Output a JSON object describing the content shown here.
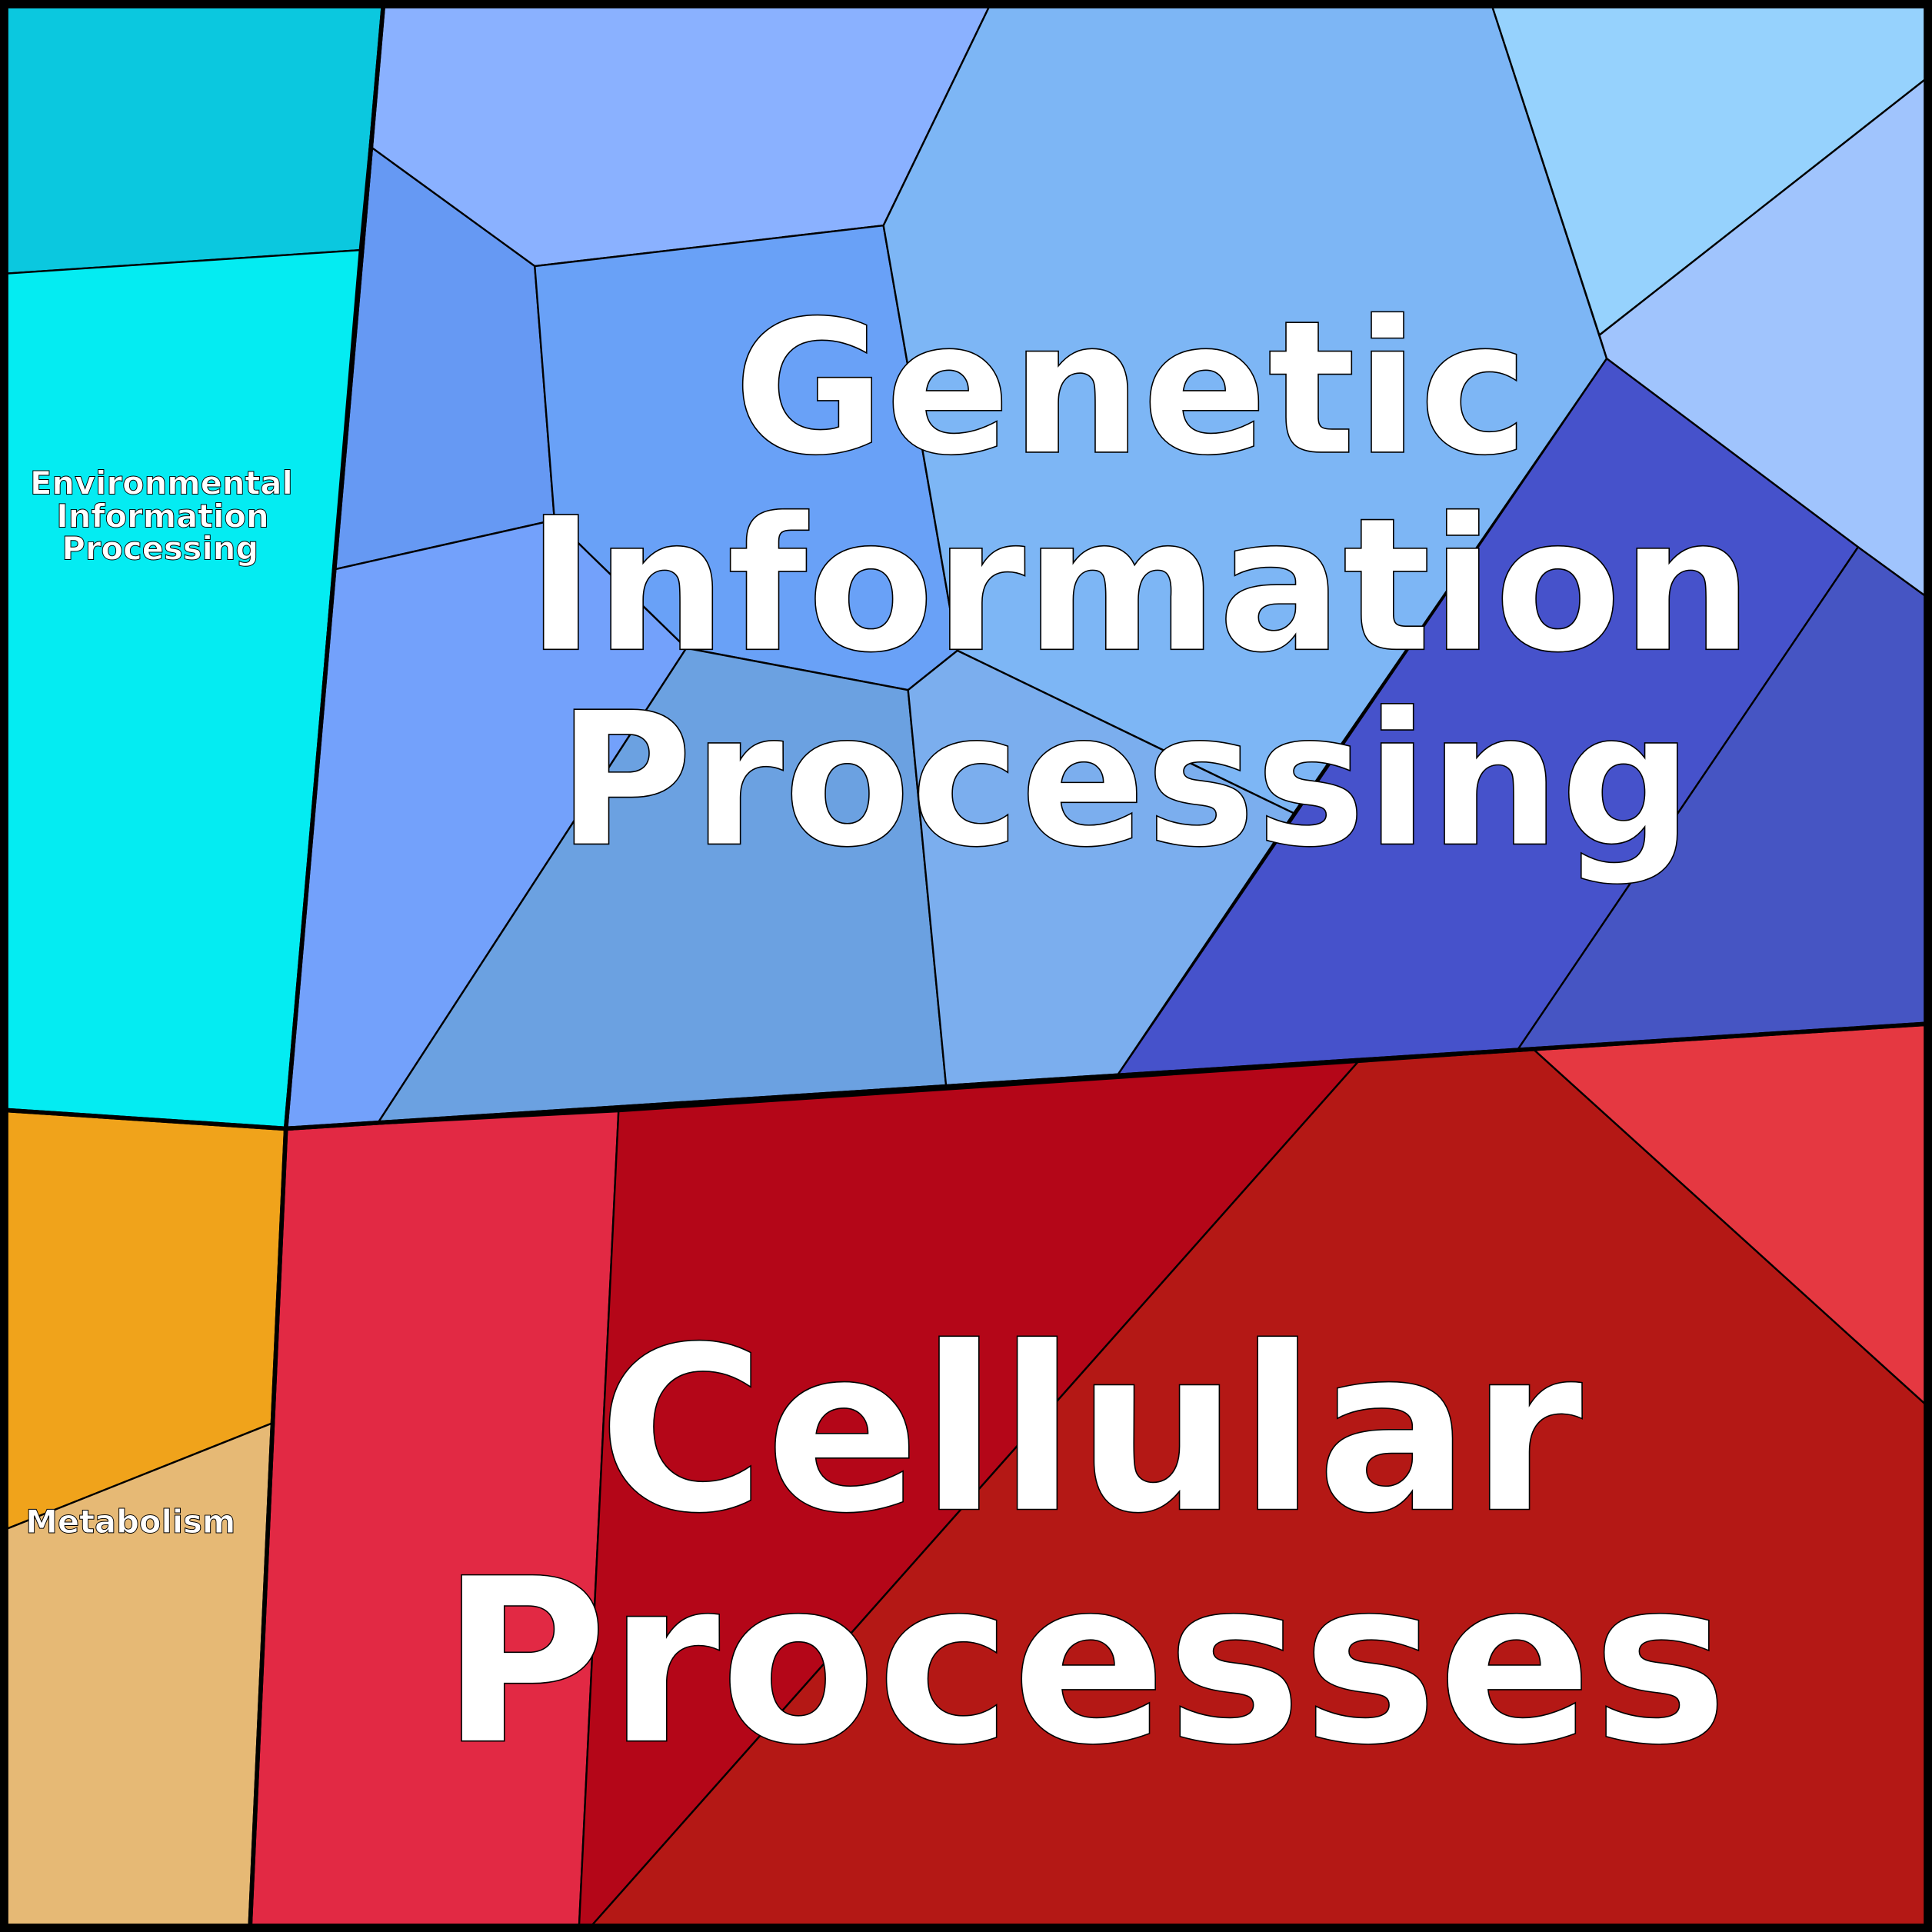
{
  "chart_data": {
    "type": "voronoi-treemap",
    "title": "",
    "groups": [
      {
        "name": "Environmental Information Processing",
        "label_lines": [
          "Environmental",
          "Information",
          "Processing"
        ],
        "cell_colors": [
          "#0BC8DF",
          "#04ECF2"
        ]
      },
      {
        "name": "Genetic Information Processing",
        "label_lines": [
          "Genetic",
          "Information",
          "Processing"
        ],
        "cell_colors": [
          "#8AB1FF",
          "#6699F3",
          "#69A1F7",
          "#7DB6F5",
          "#73A1FB",
          "#6BA1E1",
          "#7BAEEE",
          "#96D2FD",
          "#A0C4FD",
          "#4652CB",
          "#4655C3"
        ]
      },
      {
        "name": "Metabolism",
        "label_lines": [
          "Metabolism"
        ],
        "cell_colors": [
          "#F0A31B",
          "#E6B975"
        ]
      },
      {
        "name": "Cellular Processes",
        "label_lines": [
          "Cellular",
          "Processes"
        ],
        "cell_colors": [
          "#E22944",
          "#B40618",
          "#B41815",
          "#E53841"
        ]
      }
    ]
  }
}
